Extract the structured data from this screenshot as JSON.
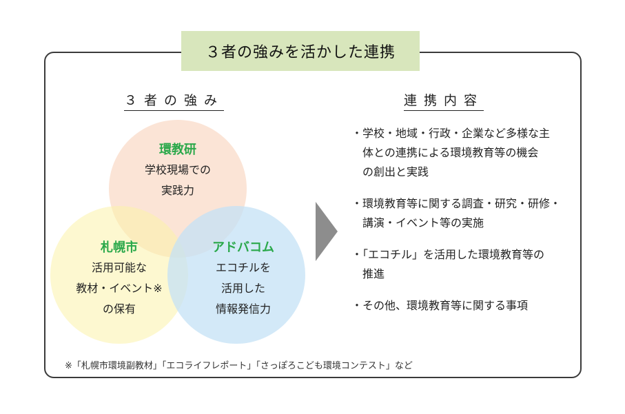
{
  "title": "３者の強みを活かした連携",
  "left_heading": "３者の強み",
  "right_heading": "連携内容",
  "circles": {
    "top": {
      "title": "環教研",
      "lines": [
        "学校現場での",
        "実践力"
      ]
    },
    "left": {
      "title": "札幌市",
      "lines": [
        "活用可能な",
        "教材・イベント※",
        "の保有"
      ]
    },
    "right": {
      "title": "アドバコム",
      "lines": [
        "エコチルを",
        "活用した",
        "情報発信力"
      ]
    }
  },
  "items": [
    {
      "line1": "・学校・地域・行政・企業など多様な主",
      "line2": "体との連携による環境教育等の機会",
      "line3": "の創出と実践"
    },
    {
      "line1": "・環境教育等に関する調査・研究・研修・",
      "line2": "講演・イベント等の実施"
    },
    {
      "line1": "・「エコチル」を活用した環境教育等の",
      "line2": "推進"
    },
    {
      "line1": "・その他、環境教育等に関する事項"
    }
  ],
  "footnote": "※「札幌市環境副教材」「エコライフレポート」「さっぽろこども環境コンテスト」など",
  "colors": {
    "title_bg": "#d8e6bc",
    "circle_title": "#2aa84a",
    "circle_top": "#f8ceb4",
    "circle_left": "#fcf3aa",
    "circle_right": "#c4e2f5",
    "arrow": "#8d8d8d"
  }
}
